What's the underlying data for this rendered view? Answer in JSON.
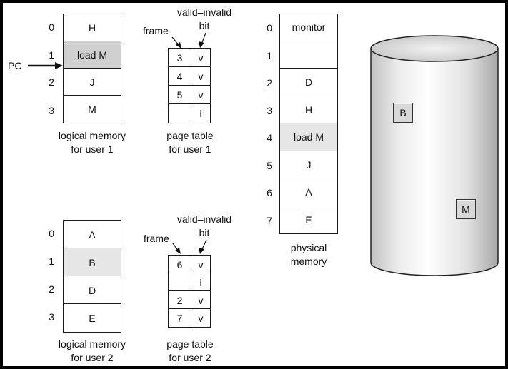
{
  "user1": {
    "indices": [
      "0",
      "1",
      "2",
      "3"
    ],
    "cells": [
      "H",
      "load M",
      "J",
      "M"
    ],
    "caption_line1": "logical memory",
    "caption_line2": "for user 1",
    "pc_label": "PC"
  },
  "pt1": {
    "frame_label": "frame",
    "vi_label_line1": "valid–invalid",
    "vi_label_line2": "bit",
    "rows": [
      {
        "frame": "3",
        "bit": "v"
      },
      {
        "frame": "4",
        "bit": "v"
      },
      {
        "frame": "5",
        "bit": "v"
      },
      {
        "frame": "",
        "bit": "i"
      }
    ],
    "caption_line1": "page table",
    "caption_line2": "for user 1"
  },
  "user2": {
    "indices": [
      "0",
      "1",
      "2",
      "3"
    ],
    "cells": [
      "A",
      "B",
      "D",
      "E"
    ],
    "caption_line1": "logical memory",
    "caption_line2": "for user 2"
  },
  "pt2": {
    "frame_label": "frame",
    "vi_label_line1": "valid–invalid",
    "vi_label_line2": "bit",
    "rows": [
      {
        "frame": "6",
        "bit": "v"
      },
      {
        "frame": "",
        "bit": "i"
      },
      {
        "frame": "2",
        "bit": "v"
      },
      {
        "frame": "7",
        "bit": "v"
      }
    ],
    "caption_line1": "page table",
    "caption_line2": "for user 2"
  },
  "physical": {
    "indices": [
      "0",
      "1",
      "2",
      "3",
      "4",
      "5",
      "6",
      "7"
    ],
    "cells": [
      "monitor",
      "",
      "D",
      "H",
      "load M",
      "J",
      "A",
      "E"
    ],
    "caption_line1": "physical",
    "caption_line2": "memory"
  },
  "disk": {
    "items": [
      "B",
      "M"
    ]
  }
}
